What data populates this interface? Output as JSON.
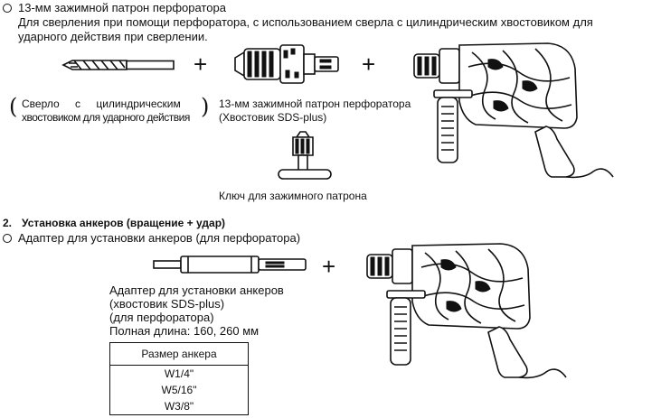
{
  "section1": {
    "heading": "13-мм зажимной патрон перфоратора",
    "desc_line1": "Для сверления при помощи перфоратора, с использованием сверла с цилиндрическим хвостовиком для",
    "desc_line2": "ударного действия при сверлении.",
    "plus": "+",
    "drill_bit_caption_line1": "Сверло с цилиндрическим",
    "drill_bit_caption_line2": "хвостовиком для ударного действия",
    "paren_open": "(",
    "paren_close": ")",
    "chuck_caption_line1": "13-мм зажимной патрон перфоратора",
    "chuck_caption_line2": "(Хвостовик SDS-plus)",
    "key_caption": "Ключ для зажимного патрона"
  },
  "section2": {
    "number": "2.",
    "heading": "Установка анкеров (вращение + удар)",
    "bullet_text": "Адаптер для установки анкеров (для перфоратора)",
    "plus": "+",
    "adapter_caption_line1": "Адаптер для установки анкеров",
    "adapter_caption_line2": "(хвостовик SDS-plus)",
    "adapter_caption_line3": "(для перфоратора)",
    "adapter_caption_line4": "Полная длина: 160, 260 мм",
    "table": {
      "header": "Размер анкера",
      "rows": [
        "W1/4\"",
        "W5/16\"",
        "W3/8\""
      ]
    }
  },
  "icons": {
    "bullet": "circle-bullet-icon",
    "drill_bit": "drill-bit-illustration",
    "chuck": "drill-chuck-illustration",
    "chuck_key": "chuck-key-illustration",
    "adapter": "anchor-adapter-illustration",
    "hammer_drill": "hammer-drill-illustration"
  }
}
